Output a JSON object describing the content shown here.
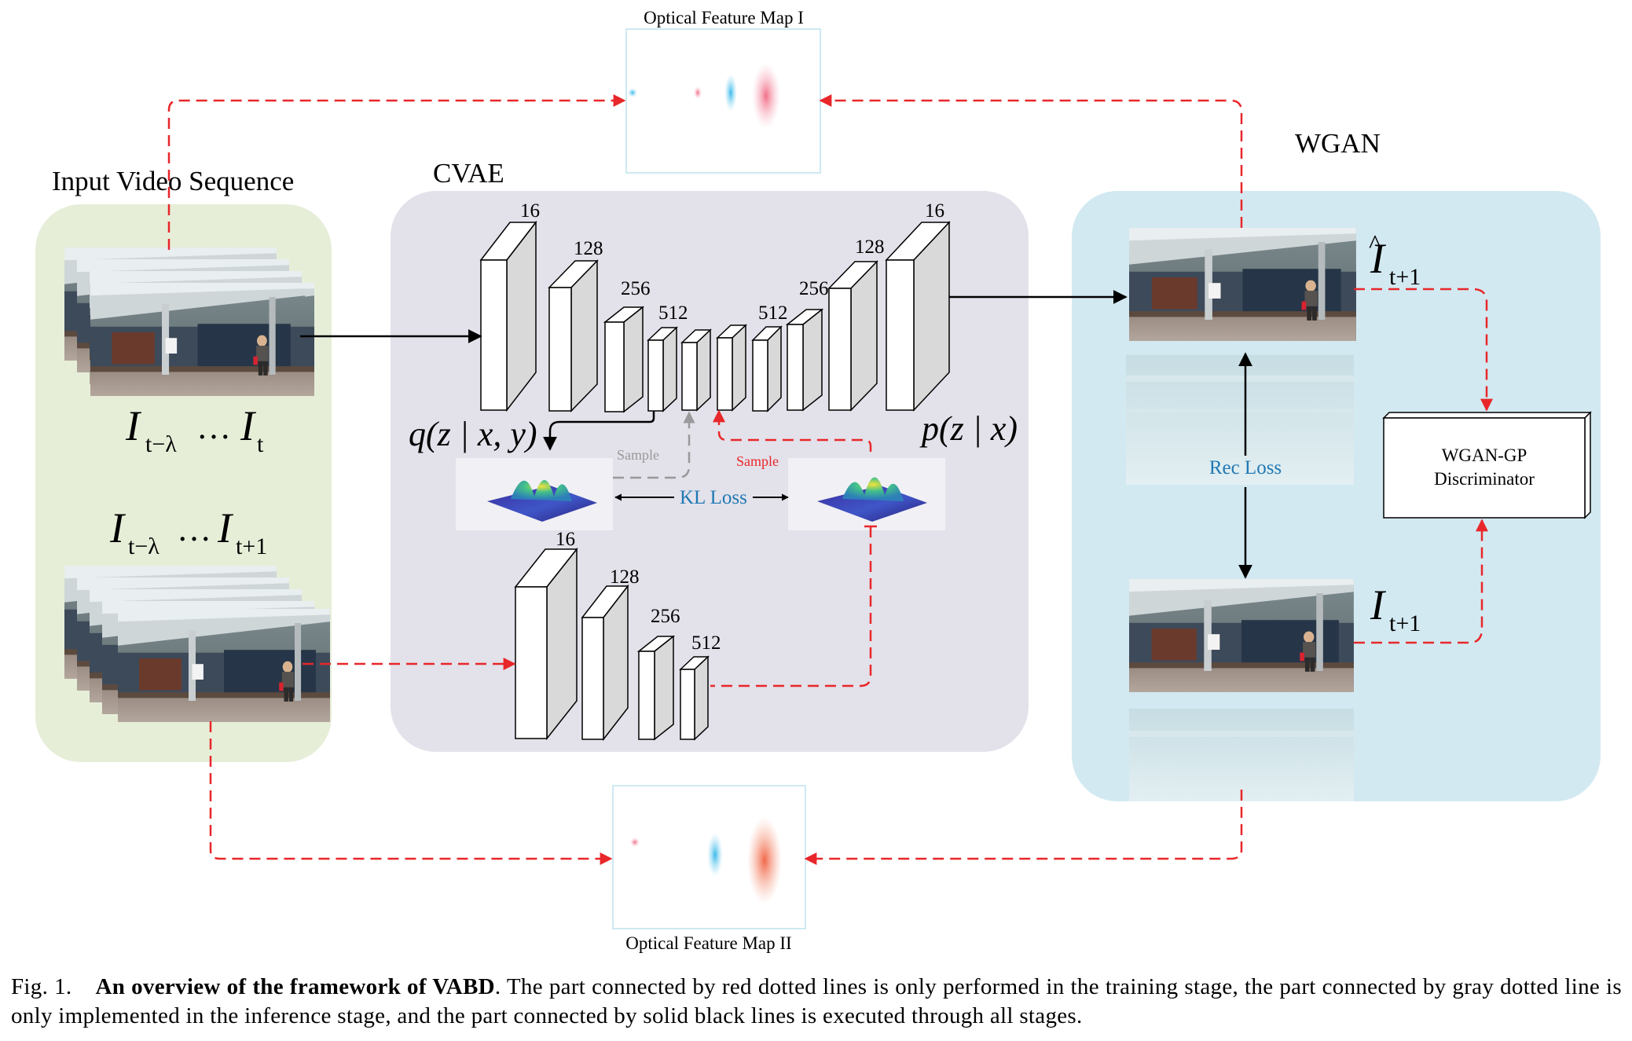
{
  "optical_map_1": {
    "title": "Optical Feature Map I"
  },
  "optical_map_2": {
    "title": "Optical Feature Map II"
  },
  "input_panel": {
    "title": "Input Video Sequence"
  },
  "cvae": {
    "title": "CVAE",
    "encoder_channels": [
      "16",
      "128",
      "256",
      "512"
    ],
    "decoder_channels": [
      "512",
      "256",
      "128",
      "16"
    ],
    "posterior_channels": [
      "16",
      "128",
      "256",
      "512"
    ],
    "q_label": "q(z | x, y)",
    "p_label": "p(z | x)",
    "sample_gray": "Sample",
    "sample_red": "Sample",
    "kl_loss": "KL Loss"
  },
  "wgan": {
    "title": "WGAN",
    "rec_loss": "Rec Loss",
    "discriminator_line1": "WGAN-GP",
    "discriminator_line2": "Discriminator"
  },
  "math": {
    "I": "I",
    "t": "t",
    "t_minus_lambda": "t−λ",
    "t_plus_1": "t+1",
    "ellipsis": "…"
  },
  "caption": {
    "label": "Fig. 1.",
    "bold": "An overview of the framework of VABD",
    "text": ". The part connected by red dotted lines is only performed in the training stage, the part connected by gray dotted line is only implemented in the inference stage, and the part connected by solid black lines is executed through all stages."
  },
  "colors": {
    "red_dashed": "#e8272a",
    "gray_dashed": "#999999",
    "input_bg": "#e6eed8",
    "cvae_bg": "#e3e1ea",
    "wgan_bg": "#d3e9f1",
    "loss_blue": "#1f78b4"
  }
}
